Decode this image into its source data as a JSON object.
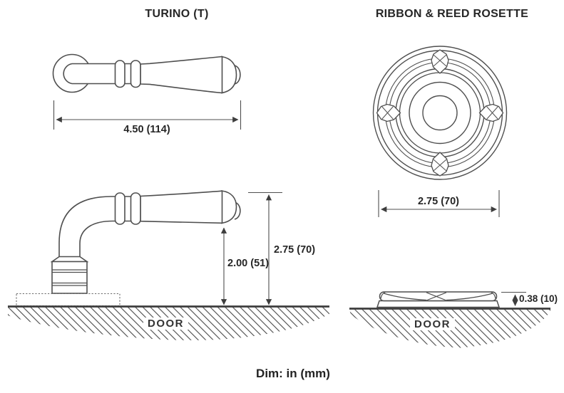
{
  "drawing": {
    "footer_note": "Dim: in (mm)",
    "lever": {
      "title": "TURINO (T)",
      "top_view": {
        "length": "4.50 (114)"
      },
      "side_view": {
        "height_to_grip": "2.00 (51)",
        "overall_height": "2.75 (70)",
        "surface_label": "DOOR"
      }
    },
    "rosette": {
      "title": "RIBBON & REED ROSETTE",
      "front_view": {
        "diameter": "2.75 (70)"
      },
      "side_view": {
        "thickness": "0.38 (10)",
        "surface_label": "DOOR"
      }
    },
    "colors": {
      "line": "#4f4f4f",
      "door_line": "#3d3d3d",
      "text": "#262626",
      "background": "#ffffff"
    }
  }
}
